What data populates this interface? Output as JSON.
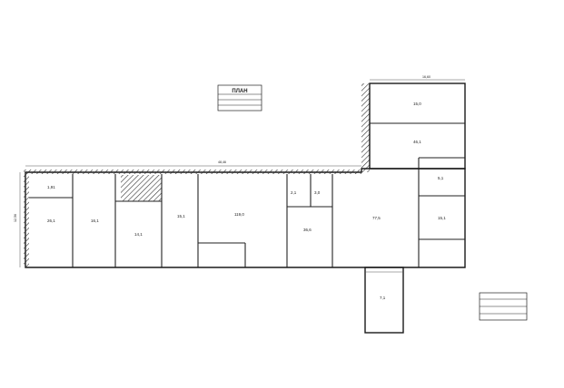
{
  "plan": {
    "title": "ПЛАН",
    "stamp_lines": [
      "",
      "",
      ""
    ],
    "dimensions": {
      "top_total": "48,46",
      "left_side": "12,56",
      "annex_top": "16,60"
    },
    "rooms": [
      {
        "id": "r1",
        "area": "1,91"
      },
      {
        "id": "r2",
        "area": "26,1"
      },
      {
        "id": "r3",
        "area": "16,1"
      },
      {
        "id": "r4",
        "area": "14,1"
      },
      {
        "id": "r5",
        "area": "15,1"
      },
      {
        "id": "r6",
        "area": "119,0"
      },
      {
        "id": "r7",
        "area": "2,1"
      },
      {
        "id": "r8",
        "area": "3,0"
      },
      {
        "id": "r9",
        "area": "36,6"
      },
      {
        "id": "r10",
        "area": "77,5"
      },
      {
        "id": "r11",
        "area": "5,1"
      },
      {
        "id": "r12",
        "area": "15,1"
      },
      {
        "id": "r13",
        "area": "15,0"
      },
      {
        "id": "r14",
        "area": "46,1"
      },
      {
        "id": "r15",
        "area": "7,1"
      }
    ],
    "legend_lines": [
      "",
      "",
      ""
    ]
  },
  "colors": {
    "wall": "#1a1a1a",
    "hatch": "#333333",
    "background": "#ffffff"
  }
}
